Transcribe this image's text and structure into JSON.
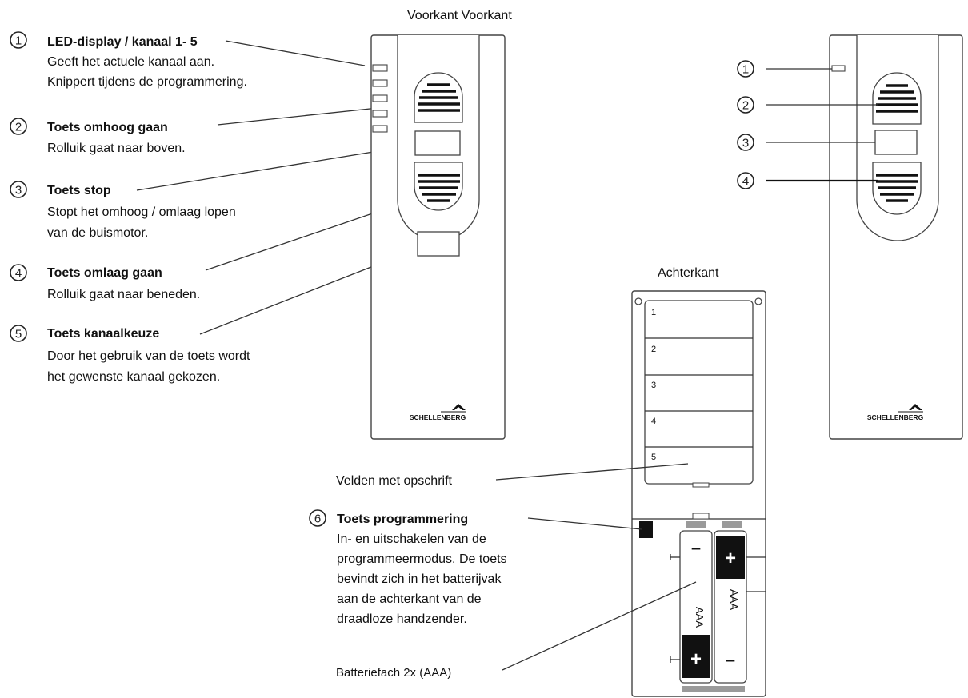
{
  "titles": {
    "front": "Voorkant Voorkant",
    "back": "Achterkant"
  },
  "brand": "SCHELLENBERG",
  "items": [
    {
      "num": "1",
      "title": "LED-display / kanaal 1- 5",
      "lines": [
        "Geeft het actuele kanaal aan.",
        "Knippert tijdens de programmering."
      ]
    },
    {
      "num": "2",
      "title": "Toets omhoog gaan",
      "lines": [
        "Rolluik gaat naar boven."
      ]
    },
    {
      "num": "3",
      "title": "Toets stop",
      "lines": [
        "Stopt het omhoog / omlaag lopen",
        "van de buismotor."
      ]
    },
    {
      "num": "4",
      "title": "Toets omlaag gaan",
      "lines": [
        "Rolluik gaat naar beneden."
      ]
    },
    {
      "num": "5",
      "title": "Toets kanaalkeuze",
      "lines": [
        "Door het gebruik van de toets wordt",
        "het gewenste kanaal gekozen."
      ]
    }
  ],
  "right_callouts": [
    "1",
    "2",
    "3",
    "4"
  ],
  "label_fields": [
    "1",
    "2",
    "3",
    "4",
    "5"
  ],
  "fields_label": "Velden met opschrift",
  "item6": {
    "num": "6",
    "title": "Toets programmering",
    "lines": [
      "In- en uitschakelen van de",
      "programmeermodus. De toets",
      "bevindt zich in het batterijvak",
      "aan de achterkant van de",
      "draadloze handzender."
    ]
  },
  "battery_label": "Batteriefach 2x (AAA)",
  "battery": {
    "type": "AAA",
    "plus": "+",
    "minus": "−"
  }
}
